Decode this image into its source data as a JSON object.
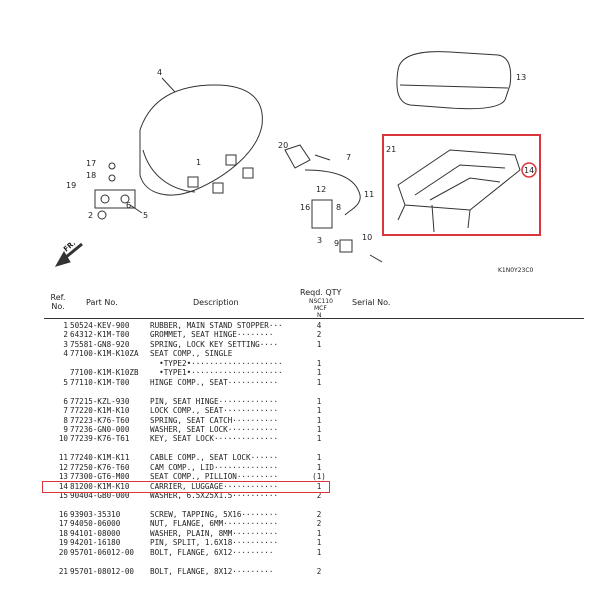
{
  "diagram": {
    "callouts": [
      "4",
      "13",
      "14",
      "1",
      "2",
      "3",
      "5",
      "6",
      "7",
      "8",
      "9",
      "10",
      "11",
      "12",
      "16",
      "17",
      "18",
      "19",
      "20",
      "21"
    ],
    "direction_label": "FR.",
    "figure_code": "K1N0Y23C0",
    "highlight_callout": "14"
  },
  "table": {
    "headers": {
      "ref_no": "Ref.\nNo.",
      "part_no": "Part No.",
      "description": "Description",
      "reqd_qty": "Reqd. QTY",
      "model": "NSC110",
      "model2": "MCF",
      "model3": "N",
      "serial_no": "Serial No."
    },
    "rows": [
      {
        "ref": "1",
        "part": "50524-KEV-900",
        "desc": "RUBBER, MAIN STAND STOPPER···",
        "qty": "4"
      },
      {
        "ref": "2",
        "part": "64312-K1M-T00",
        "desc": "GROMMET, SEAT HINGE········",
        "qty": "2"
      },
      {
        "ref": "3",
        "part": "75581-GN8-920",
        "desc": "SPRING, LOCK KEY SETTING····",
        "qty": "1"
      },
      {
        "ref": "4",
        "part": "77100-K1M-K10ZA",
        "desc": "SEAT COMP., SINGLE",
        "qty": ""
      },
      {
        "ref": "",
        "part": "",
        "desc": "  •TYPE2•····················",
        "qty": "1"
      },
      {
        "ref": "",
        "part": "77100-K1M-K10ZB",
        "desc": "  •TYPE1•····················",
        "qty": "1"
      },
      {
        "ref": "5",
        "part": "77110-K1M-T00",
        "desc": "HINGE COMP., SEAT···········",
        "qty": "1"
      },
      {
        "ref": "",
        "part": "",
        "desc": "",
        "qty": ""
      },
      {
        "ref": "6",
        "part": "77215-KZL-930",
        "desc": "PIN, SEAT HINGE·············",
        "qty": "1"
      },
      {
        "ref": "7",
        "part": "77220-K1M-K10",
        "desc": "LOCK COMP., SEAT············",
        "qty": "1"
      },
      {
        "ref": "8",
        "part": "77223-K76-T60",
        "desc": "SPRING, SEAT CATCH··········",
        "qty": "1"
      },
      {
        "ref": "9",
        "part": "77236-GN0-000",
        "desc": "WASHER, SEAT LOCK···········",
        "qty": "1"
      },
      {
        "ref": "10",
        "part": "77239-K76-T61",
        "desc": "KEY, SEAT LOCK··············",
        "qty": "1"
      },
      {
        "ref": "",
        "part": "",
        "desc": "",
        "qty": ""
      },
      {
        "ref": "11",
        "part": "77240-K1M-K11",
        "desc": "CABLE COMP., SEAT LOCK······",
        "qty": "1"
      },
      {
        "ref": "12",
        "part": "77250-K76-T60",
        "desc": "CAM COMP., LID··············",
        "qty": "1"
      },
      {
        "ref": "13",
        "part": "77300-GT6-M00",
        "desc": "SEAT COMP., PILLION·········",
        "qty": "(1)"
      },
      {
        "ref": "14",
        "part": "81200-K1M-K10",
        "desc": "CARRIER, LUGGAGE············",
        "qty": "1"
      },
      {
        "ref": "15",
        "part": "90404-GB0-000",
        "desc": "WASHER, 6.5X25X1.5··········",
        "qty": "2"
      },
      {
        "ref": "",
        "part": "",
        "desc": "",
        "qty": ""
      },
      {
        "ref": "16",
        "part": "93903-35310",
        "desc": "SCREW, TAPPING, 5X16········",
        "qty": "2"
      },
      {
        "ref": "17",
        "part": "94050-06000",
        "desc": "NUT, FLANGE, 6MM············",
        "qty": "2"
      },
      {
        "ref": "18",
        "part": "94101-08000",
        "desc": "WASHER, PLAIN, 8MM··········",
        "qty": "1"
      },
      {
        "ref": "19",
        "part": "94201-16180",
        "desc": "PIN, SPLIT, 1.6X18··········",
        "qty": "1"
      },
      {
        "ref": "20",
        "part": "95701-06012-00",
        "desc": "BOLT, FLANGE, 6X12·········",
        "qty": "1"
      },
      {
        "ref": "",
        "part": "",
        "desc": "",
        "qty": ""
      },
      {
        "ref": "21",
        "part": "95701-08012-00",
        "desc": "BOLT, FLANGE, 8X12·········",
        "qty": "2"
      }
    ],
    "highlight_ref": "14"
  },
  "colors": {
    "highlight": "#d9353b",
    "line": "#333333"
  }
}
